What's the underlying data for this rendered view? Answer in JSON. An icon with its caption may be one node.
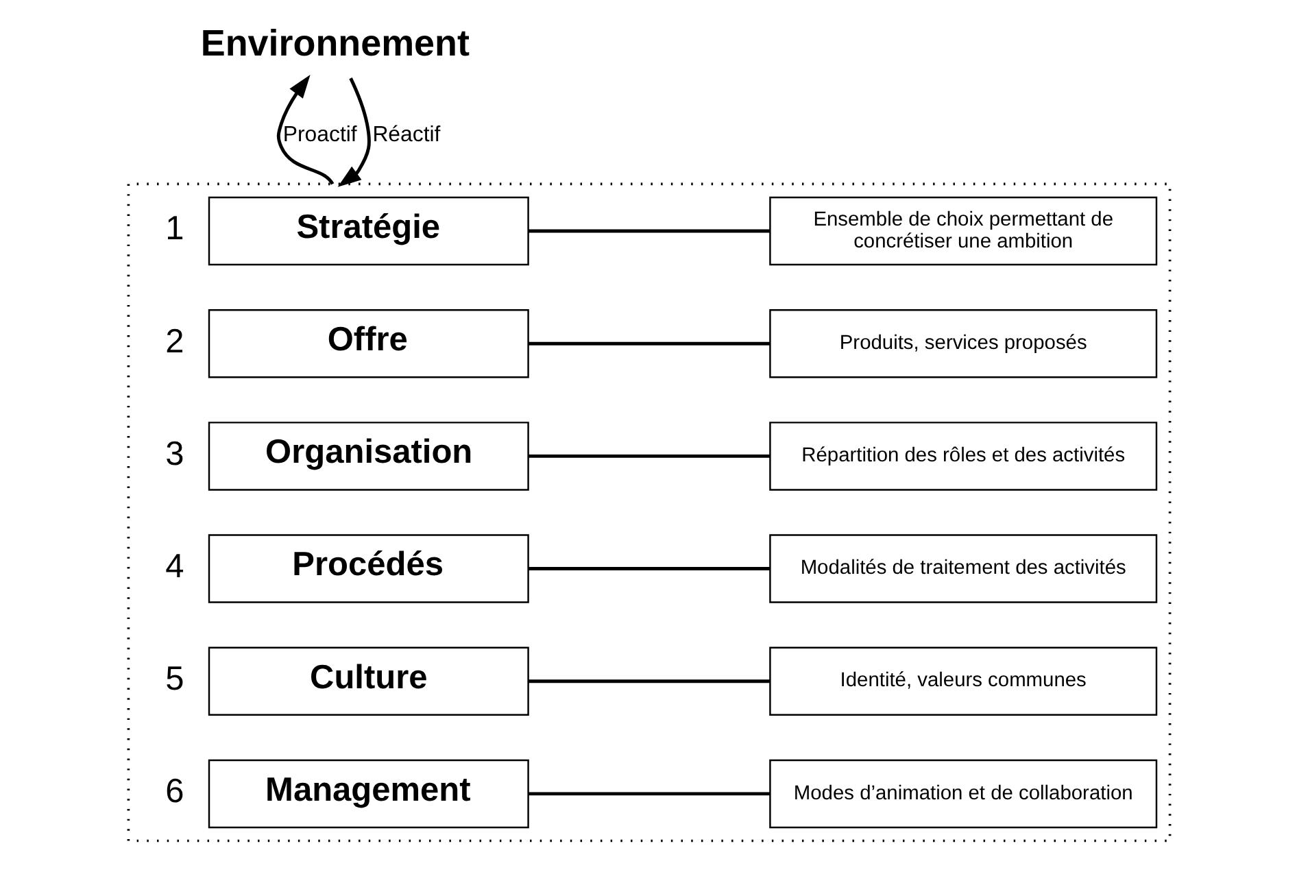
{
  "diagram": {
    "nodes": [
      {
        "text": [
          "Environnement"
        ]
      },
      {
        "text": [],
        "shape": "box"
      },
      {
        "text": [
          "Stratégie"
        ],
        "in": 1,
        "beside": [
          "1"
        ]
      },
      {
        "text": [
          "Ensemble de choix permettant de concrétiser une ambition"
        ],
        "in": 1
      },
      {
        "text": [
          "Offre"
        ],
        "in": 1,
        "beside": [
          "2"
        ]
      },
      {
        "text": [
          "Produits, services proposés"
        ],
        "in": 1
      },
      {
        "text": [
          "Organisation"
        ],
        "in": 1,
        "beside": [
          "3"
        ]
      },
      {
        "text": [
          "Répartition des rôles et des activités"
        ],
        "in": 1
      },
      {
        "text": [
          "Procédés"
        ],
        "in": 1,
        "beside": [
          "4"
        ]
      },
      {
        "text": [
          "Modalités de traitement des activités"
        ],
        "in": 1
      },
      {
        "text": [
          "Culture"
        ],
        "in": 1,
        "beside": [
          "5"
        ]
      },
      {
        "text": [
          "Identité, valeurs communes"
        ],
        "in": 1
      },
      {
        "text": [
          "Management"
        ],
        "in": 1,
        "beside": [
          "6"
        ]
      },
      {
        "text": [
          "Modes d’animation et de collaboration"
        ],
        "in": 1
      }
    ],
    "edges": [
      {
        "from": 1,
        "to": 0,
        "arrow": "to",
        "label": "Proactif"
      },
      {
        "from": 0,
        "to": 1,
        "arrow": "to",
        "label": "Réactif"
      },
      {
        "from": 2,
        "to": 3,
        "arrow": "none"
      },
      {
        "from": 4,
        "to": 5,
        "arrow": "none"
      },
      {
        "from": 6,
        "to": 7,
        "arrow": "none"
      },
      {
        "from": 8,
        "to": 9,
        "arrow": "none"
      },
      {
        "from": 10,
        "to": 11,
        "arrow": "none"
      },
      {
        "from": 12,
        "to": 13,
        "arrow": "none"
      }
    ]
  }
}
